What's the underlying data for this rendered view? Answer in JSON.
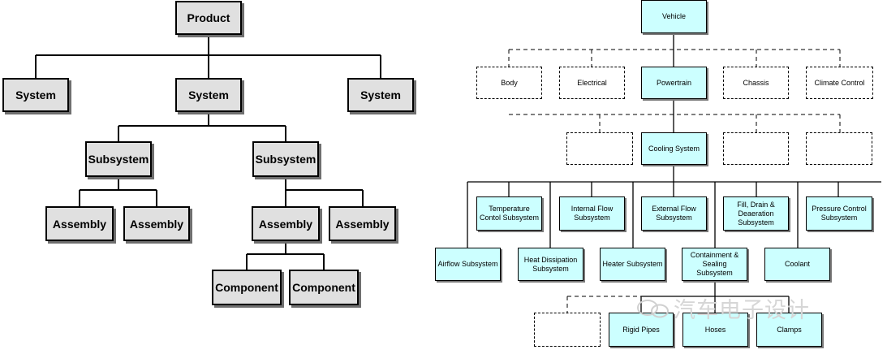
{
  "left_tree": {
    "root": "Product",
    "system_left": "System",
    "system_mid": "System",
    "system_right": "System",
    "subsystem_left": "Subsystem",
    "subsystem_right": "Subsystem",
    "assembly_1": "Assembly",
    "assembly_2": "Assembly",
    "assembly_3": "Assembly",
    "assembly_4": "Assembly",
    "component_1": "Component",
    "component_2": "Component"
  },
  "right_tree": {
    "vehicle": "Vehicle",
    "body": "Body",
    "electrical": "Electrical",
    "powertrain": "Powertrain",
    "chassis": "Chassis",
    "climate": "Climate Control",
    "cooling": "Cooling System",
    "temperature": "Temperature Contol Subsystem",
    "internal_flow": "Internal Flow Subsystem",
    "external_flow": "External Flow Subsystem",
    "fill_drain": "Fill, Drain & Deaeration Subsystem",
    "pressure": "Pressure Control Subsystem",
    "airflow": "Airflow Subsystem",
    "heat_dissipation": "Heat Dissipation Subsystem",
    "heater": "Heater Subsystem",
    "containment": "Containment & Sealing Subsystem",
    "coolant": "Coolant",
    "rigid_pipes": "Rigid Pipes",
    "hoses": "Hoses",
    "clamps": "Clamps"
  },
  "watermark": "汽车电子设计",
  "colors": {
    "gray_box": "#e0e0e0",
    "cyan_box": "#ccffff",
    "line": "#000000"
  }
}
